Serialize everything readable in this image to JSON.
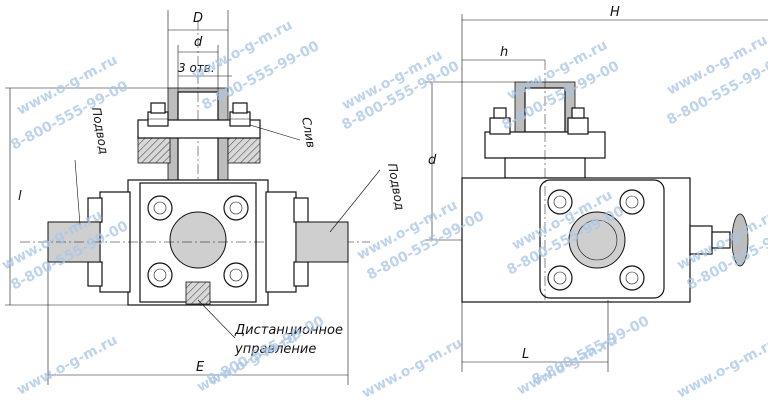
{
  "labels": {
    "D": "D",
    "d_top": "d",
    "holes": "3 отв.",
    "l_left": "l",
    "podvod_left": "Подвод",
    "sliv": "Слив",
    "podvod_right": "Подвод",
    "remote_line1": "Дистанционное",
    "remote_line2": "управление",
    "E": "E",
    "H": "H",
    "h": "h",
    "d_right": "d",
    "L": "L"
  },
  "watermark": {
    "site": "www.o-g-m.ru",
    "phone": "8-800-555-99-00"
  }
}
